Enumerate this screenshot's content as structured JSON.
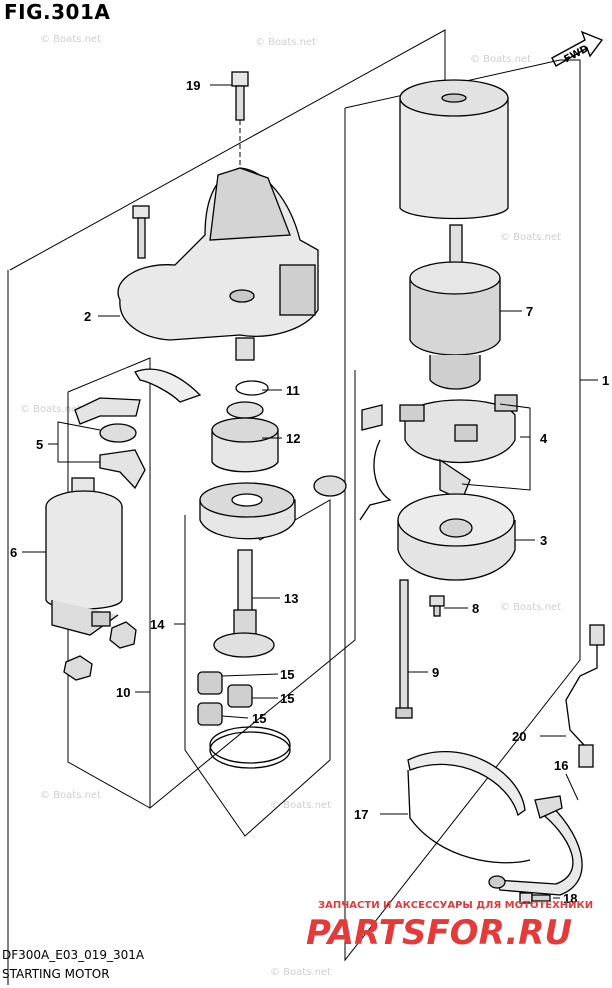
{
  "header": {
    "figure_title": "FIG.301A"
  },
  "footer": {
    "code": "DF300A_E03_019_301A",
    "name": "STARTING MOTOR"
  },
  "fwd_label": "FWD",
  "watermark": "© Boats.net",
  "store": {
    "tagline": "ЗАПЧАСТИ И АКСЕССУАРЫ ДЛЯ МОТОТЕХНИКИ",
    "logo": "PARTSFOR.RU"
  },
  "callouts": {
    "c1": "1",
    "c2": "2",
    "c3": "3",
    "c4": "4",
    "c5": "5",
    "c6": "6",
    "c7": "7",
    "c8": "8",
    "c9": "9",
    "c10": "10",
    "c11": "11",
    "c12": "12",
    "c13": "13",
    "c14": "14",
    "c15a": "15",
    "c15b": "15",
    "c15c": "15",
    "c16": "16",
    "c17": "17",
    "c18": "18",
    "c19": "19",
    "c20": "20"
  },
  "colors": {
    "line": "#000000",
    "part_fill": "#e6e6e6",
    "part_shade": "#b8b8b8",
    "watermark": "#cfcfcf",
    "logo_red": "#e43a3a"
  }
}
